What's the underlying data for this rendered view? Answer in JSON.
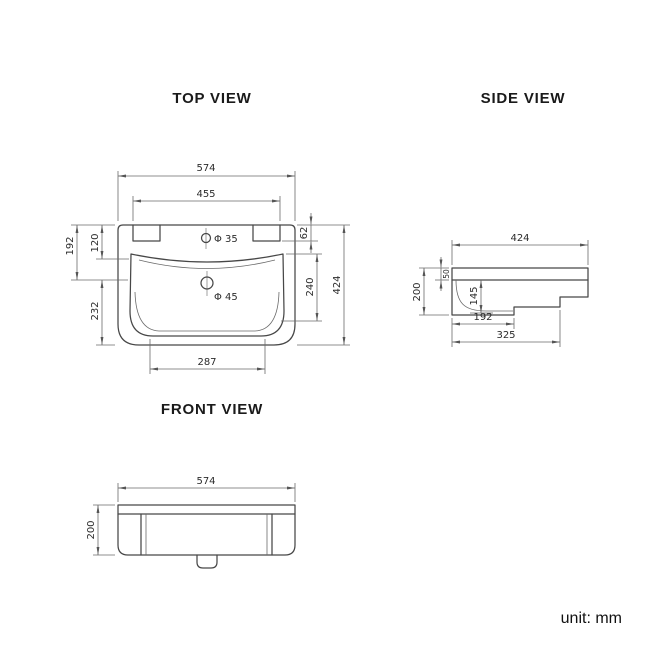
{
  "unit": {
    "label": "unit: mm"
  },
  "views": {
    "top": {
      "title": "TOP VIEW",
      "dims": {
        "overall_width": "574",
        "inner_width": "455",
        "rim_depth": "62",
        "back_edge_to_drain": "192",
        "rim_to_drain": "120",
        "drain_to_front": "232",
        "bowl_depth": "240",
        "overall_depth": "424",
        "bowl_bottom_width": "287"
      },
      "holes": {
        "faucet": "Φ 35",
        "drain": "Φ 45"
      }
    },
    "side": {
      "title": "SIDE VIEW",
      "dims": {
        "overall_depth": "424",
        "overall_height": "200",
        "rim_thickness": "50",
        "bowl_inner_depth": "145",
        "bottom_recess_depth": "192",
        "base_depth": "325"
      }
    },
    "front": {
      "title": "FRONT VIEW",
      "dims": {
        "overall_width": "574",
        "overall_height": "200"
      }
    }
  },
  "colors": {
    "object_line": "#474747",
    "dimension_line": "#6a6a6a",
    "text": "#2b2b2b",
    "background": "#ffffff"
  }
}
